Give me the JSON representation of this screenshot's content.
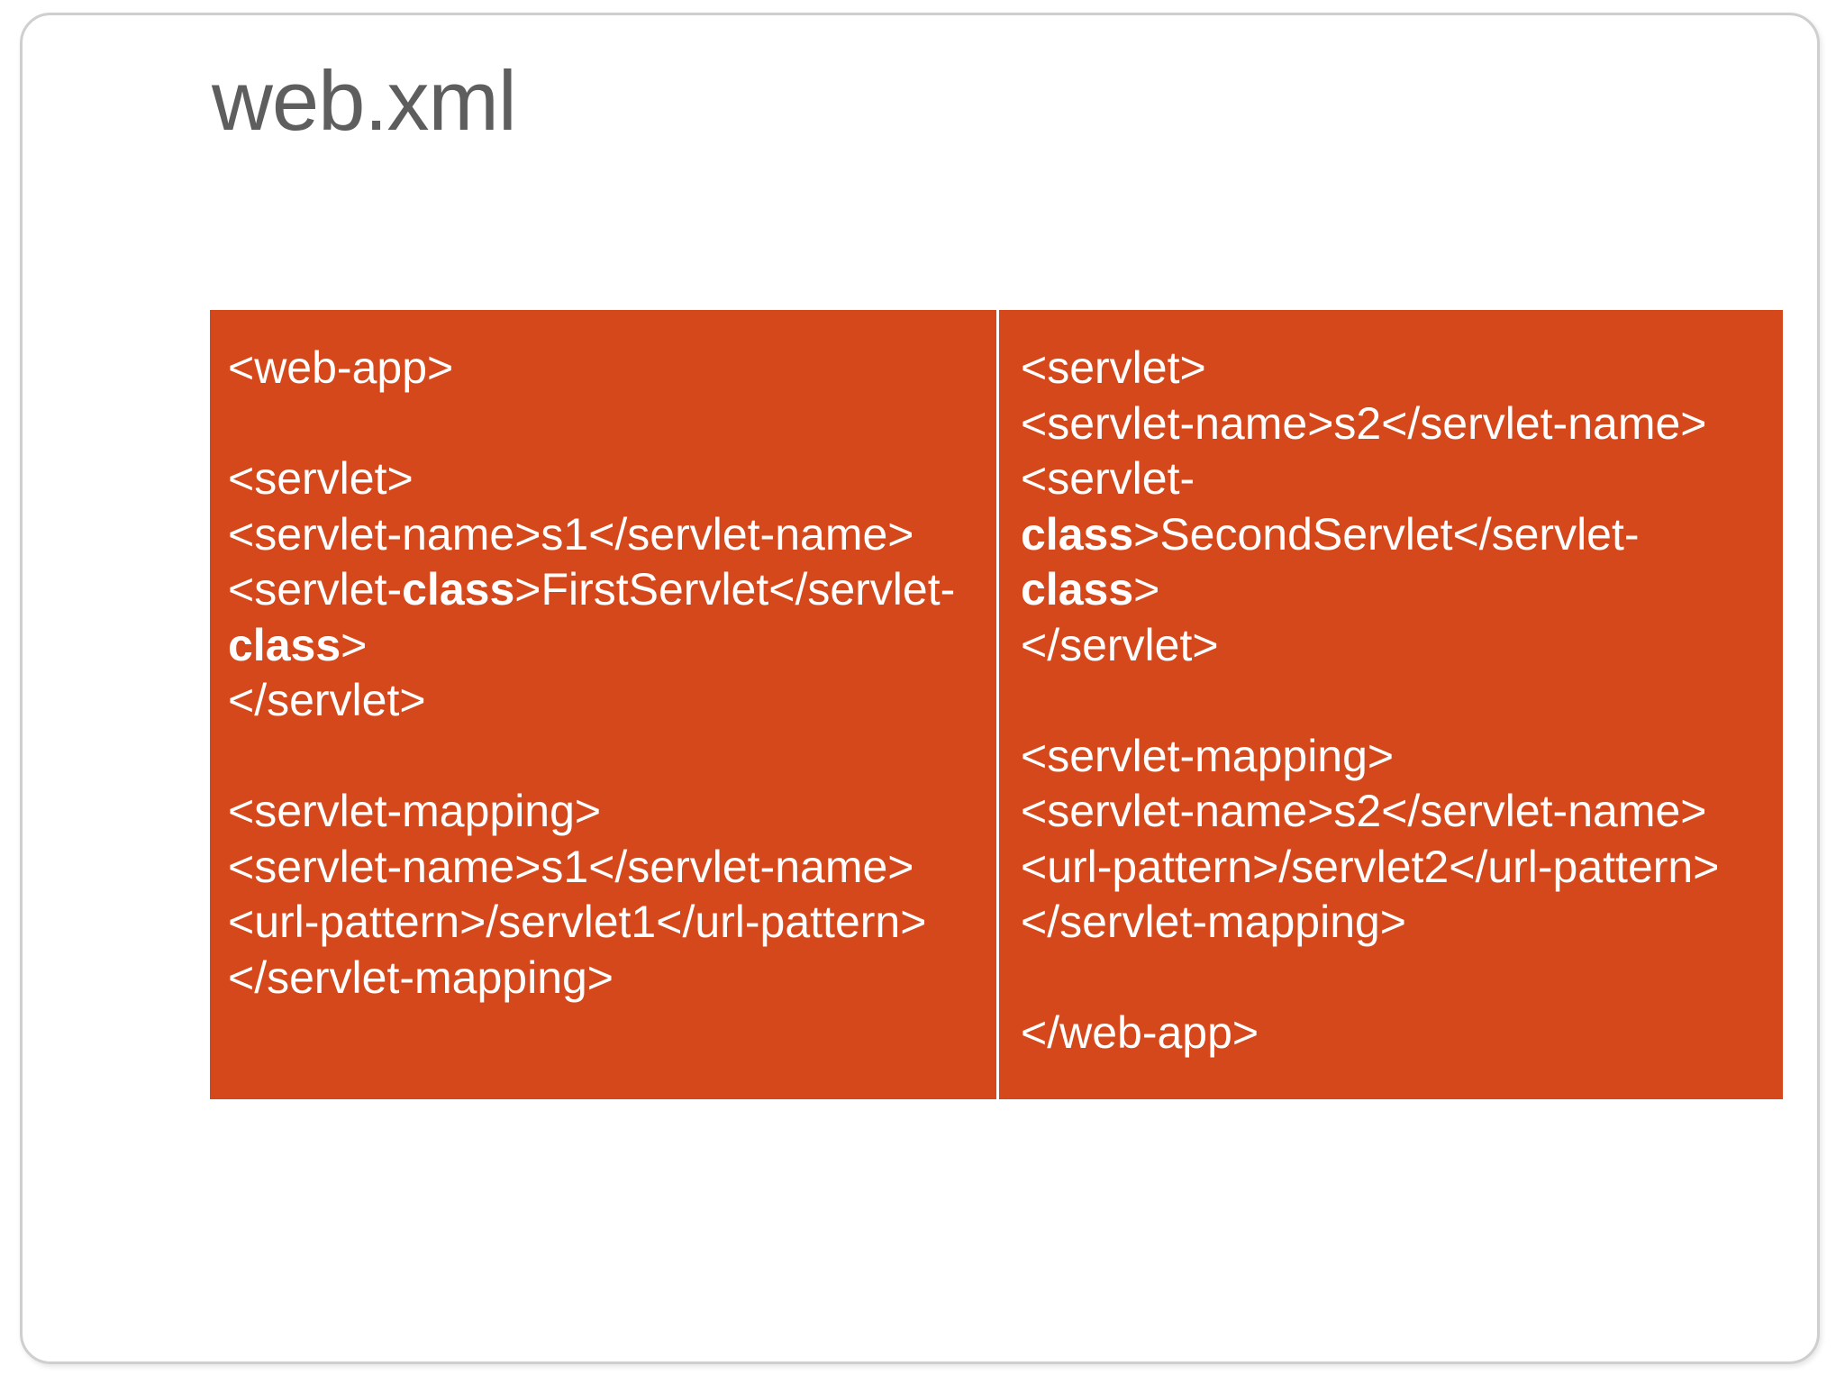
{
  "slide": {
    "title": "web.xml",
    "colors": {
      "panel_background": "#d4481b",
      "code_text": "#ffffff",
      "title_text": "#5e5e5e",
      "frame_border": "#cfcfcf",
      "divider": "#ffffff"
    }
  },
  "code_panel": {
    "left_column": {
      "lines": [
        {
          "text": "<web-app>",
          "bold_parts": []
        },
        {
          "text": "",
          "bold_parts": []
        },
        {
          "text": "<servlet>",
          "bold_parts": []
        },
        {
          "text": "<servlet-name>s1</servlet-name>",
          "bold_parts": []
        },
        {
          "text": "<servlet-class>FirstServlet</servlet-class>",
          "bold_parts": [
            "class",
            "class"
          ]
        },
        {
          "text": "</servlet>",
          "bold_parts": []
        },
        {
          "text": "",
          "bold_parts": []
        },
        {
          "text": "<servlet-mapping>",
          "bold_parts": []
        },
        {
          "text": "<servlet-name>s1</servlet-name>",
          "bold_parts": []
        },
        {
          "text": "<url-pattern>/servlet1</url-pattern>",
          "bold_parts": []
        },
        {
          "text": "</servlet-mapping>",
          "bold_parts": []
        }
      ],
      "rendered_lines": [
        "<web-app>",
        "",
        "<servlet>",
        "<servlet-name>s1</servlet-name>",
        "<servlet-class>FirstServlet</servlet-class>",
        "</servlet>",
        "",
        "<servlet-mapping>",
        "<servlet-name>s1</servlet-name>",
        "<url-pattern>/servlet1</url-pattern>",
        "</servlet-mapping>"
      ]
    },
    "right_column": {
      "lines": [
        {
          "text": "<servlet>",
          "bold_parts": []
        },
        {
          "text": "<servlet-name>s2</servlet-name>",
          "bold_parts": []
        },
        {
          "text": "<servlet-class>SecondServlet</servlet-class>",
          "bold_parts": [
            "class",
            "class"
          ]
        },
        {
          "text": "</servlet>",
          "bold_parts": []
        },
        {
          "text": "",
          "bold_parts": []
        },
        {
          "text": "<servlet-mapping>",
          "bold_parts": []
        },
        {
          "text": "<servlet-name>s2</servlet-name>",
          "bold_parts": []
        },
        {
          "text": "<url-pattern>/servlet2</url-pattern>",
          "bold_parts": []
        },
        {
          "text": "</servlet-mapping>",
          "bold_parts": []
        },
        {
          "text": "",
          "bold_parts": []
        },
        {
          "text": "</web-app>",
          "bold_parts": []
        }
      ],
      "rendered_lines": [
        "<servlet>",
        "<servlet-name>s2</servlet-name>",
        "<servlet-class>SecondServlet</servlet-class>",
        "</servlet>",
        "",
        "<servlet-mapping>",
        "<servlet-name>s2</servlet-name>",
        "<url-pattern>/servlet2</url-pattern>",
        "</servlet-mapping>",
        "",
        "</web-app>"
      ]
    }
  }
}
